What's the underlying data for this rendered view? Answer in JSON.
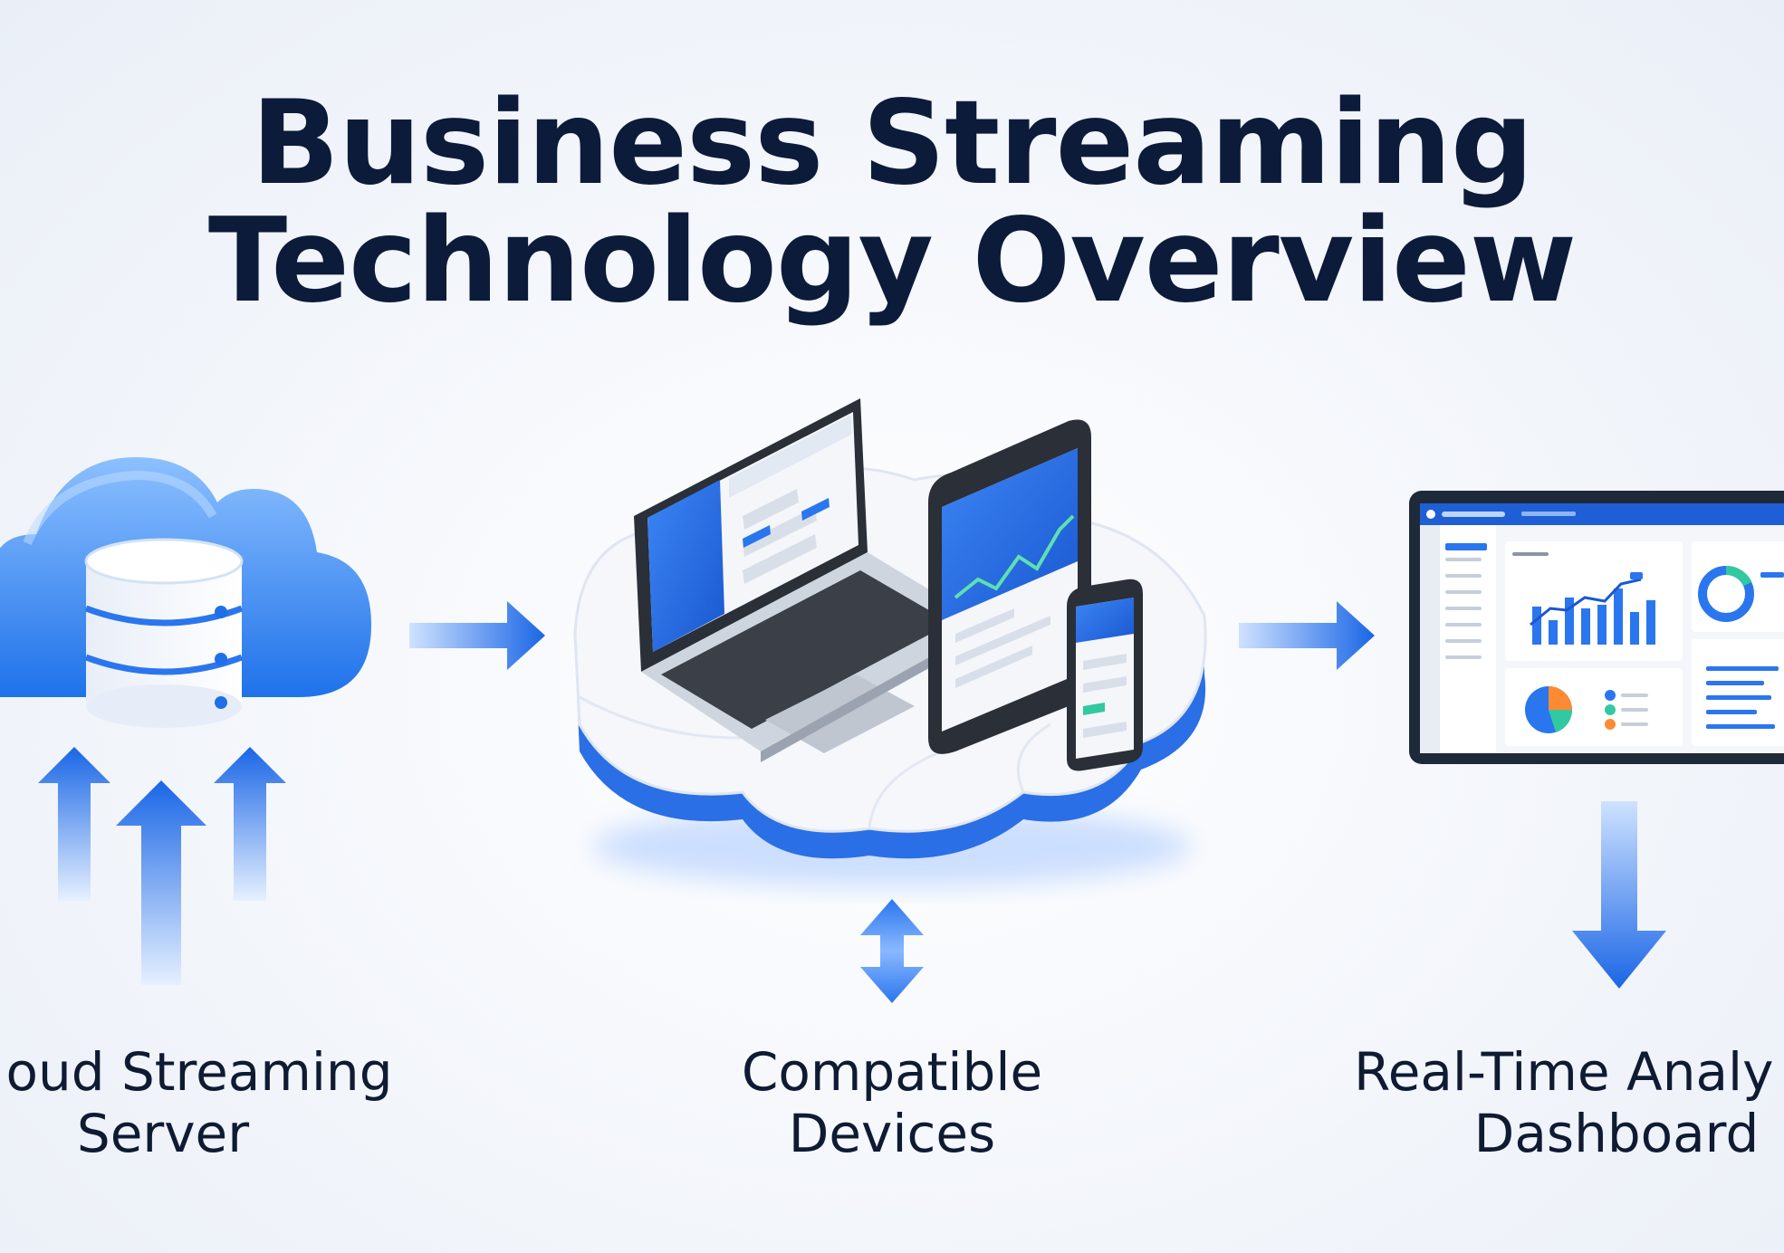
{
  "title": {
    "line1": "Business Streaming",
    "line2": "Technology Overview"
  },
  "sections": {
    "server": {
      "line1": "oud Streaming",
      "line2": "Server",
      "icon": "cloud-database-icon"
    },
    "devices": {
      "line1": "Compatible",
      "line2": "Devices",
      "icon": "devices-icon"
    },
    "dashboard": {
      "line1": "Real-Time Analy",
      "line2": "Dashboard",
      "icon": "analytics-monitor-icon"
    }
  },
  "colors": {
    "title": "#0c1b3a",
    "accent": "#1f6fe8",
    "accent_light": "#7fb2ff",
    "platform_top": "#f4f6fa",
    "device_dark": "#2a2f38"
  }
}
